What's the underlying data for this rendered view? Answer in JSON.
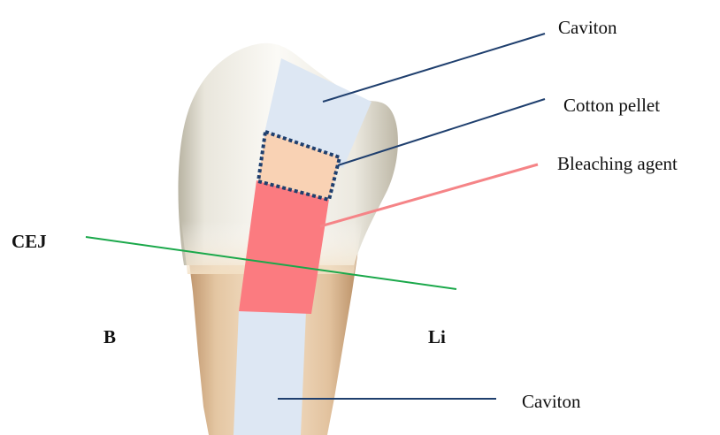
{
  "labels": {
    "caviton_top": "Caviton",
    "cotton_pellet": "Cotton pellet",
    "bleaching_agent": "Bleaching agent",
    "cej": "CEJ",
    "buccal": "B",
    "lingual": "Li",
    "caviton_bottom": "Caviton"
  },
  "colors": {
    "caviton": "#dde7f3",
    "cotton_pellet": "#f9d2b4",
    "bleaching_agent": "#fb7b80",
    "leader_dark": "#1f3f6e",
    "leader_bleach": "#f58487",
    "cej_line": "#1aa84a",
    "pellet_border": "#1f3f6e"
  }
}
